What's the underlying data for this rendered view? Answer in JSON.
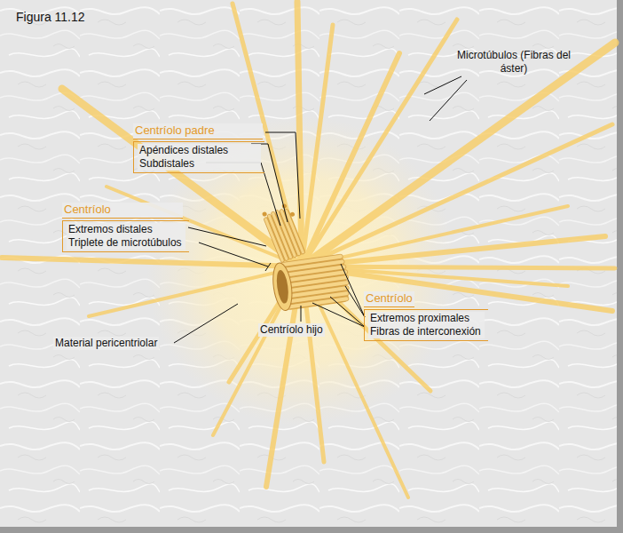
{
  "diagram": {
    "title": "Figura 11.12",
    "nodes": [
      {
        "text": [
          "Centríolo padre",
          "Apéndices distales",
          "Subdistales"
        ]
      },
      {
        "text": [
          "Centríolo",
          "Extremos distales",
          "Triplete de microtúbulos"
        ]
      },
      {
        "text": [
          "Centríolo",
          "Extremos proximales",
          "Fibras de interconexión"
        ]
      }
    ],
    "labels": [
      "Microtúbulos (Fibras del áster)",
      "Centríolo hijo",
      "Material pericentriolar"
    ]
  }
}
